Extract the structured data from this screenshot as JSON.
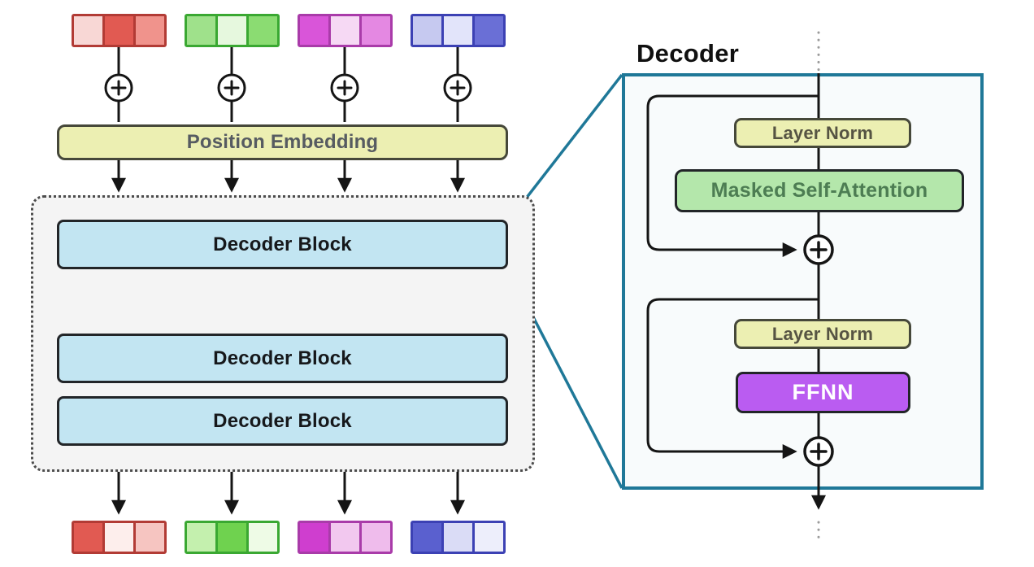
{
  "left_diagram": {
    "position_embedding_label": "Position Embedding",
    "decoder_block_label": "Decoder Block",
    "input_tokens": [
      {
        "color_name": "red",
        "border": "#b23b35",
        "cells": [
          "#f8d7d5",
          "#e15a52",
          "#f0938c"
        ]
      },
      {
        "color_name": "green",
        "border": "#3aa832",
        "cells": [
          "#9fe18b",
          "#e6f8de",
          "#8bdc72"
        ]
      },
      {
        "color_name": "magenta",
        "border": "#a93ba9",
        "cells": [
          "#d955d9",
          "#f6d9f4",
          "#e488e2"
        ]
      },
      {
        "color_name": "blue",
        "border": "#3c41b4",
        "cells": [
          "#c6c9f0",
          "#e2e4fa",
          "#6a6fd6"
        ]
      }
    ],
    "output_tokens": [
      {
        "color_name": "red",
        "border": "#b23b35",
        "cells": [
          "#e15a52",
          "#fdeeec",
          "#f6c5c1"
        ]
      },
      {
        "color_name": "green",
        "border": "#3aa832",
        "cells": [
          "#c4f0ae",
          "#6fd24f",
          "#eefbe6"
        ]
      },
      {
        "color_name": "magenta",
        "border": "#a93ba9",
        "cells": [
          "#cf3ecf",
          "#f2c8ef",
          "#efbcec"
        ]
      },
      {
        "color_name": "blue",
        "border": "#3c41b4",
        "cells": [
          "#5a60cf",
          "#dadcf6",
          "#edeefb"
        ]
      }
    ]
  },
  "right_diagram": {
    "title": "Decoder",
    "layer_norm_label": "Layer Norm",
    "masked_self_attention_label": "Masked Self-Attention",
    "ffnn_label": "FFNN"
  },
  "icons": {
    "add": "plus-circle",
    "ellipsis": "vertical-ellipsis",
    "arrow": "down-arrow"
  },
  "colors": {
    "panel_border": "#1f7898",
    "panel_fill": "#f8fbfc",
    "decoder_block_fill": "#c2e5f2",
    "yellow_fill": "#ecefb2",
    "green_fill": "#b4e7ab",
    "purple_fill": "#ba5cf1",
    "stack_fill": "#f4f4f4",
    "wire": "#151515"
  }
}
